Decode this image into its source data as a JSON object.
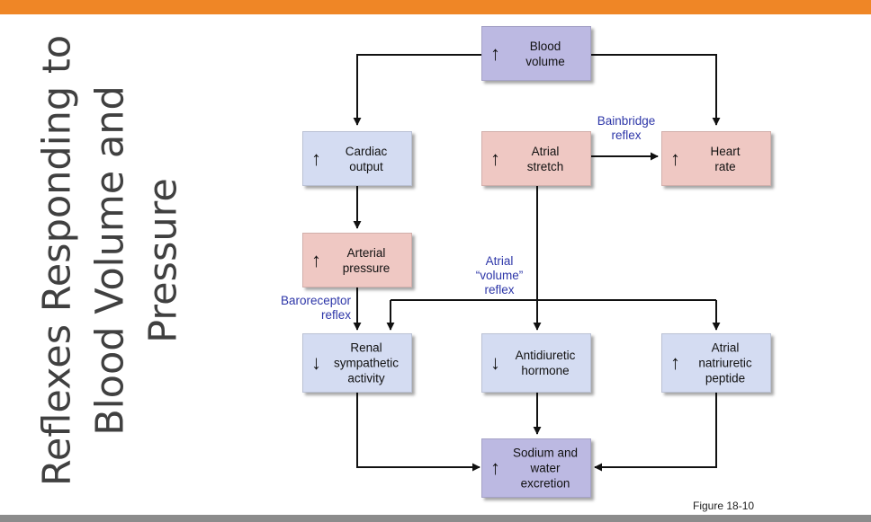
{
  "slide": {
    "title": "Reflexes Responding to\nBlood Volume and\nPressure",
    "figure_label": "Figure 18-10"
  },
  "colors": {
    "top_bar": "#ef8626",
    "bottom_bar": "#8c8c8c",
    "box_purple": "#bcb9e2",
    "box_blue": "#d4dcf2",
    "box_pink": "#efc8c3",
    "annotation": "#2d36a8"
  },
  "nodes": {
    "blood_volume": {
      "arrow": "↑",
      "label": "Blood\nvolume"
    },
    "cardiac_output": {
      "arrow": "↑",
      "label": "Cardiac\noutput"
    },
    "atrial_stretch": {
      "arrow": "↑",
      "label": "Atrial\nstretch"
    },
    "heart_rate": {
      "arrow": "↑",
      "label": "Heart\nrate"
    },
    "arterial_pressure": {
      "arrow": "↑",
      "label": "Arterial\npressure"
    },
    "renal_sympathetic": {
      "arrow": "↓",
      "label": "Renal\nsympathetic\nactivity"
    },
    "antidiuretic_hormone": {
      "arrow": "↓",
      "label": "Antidiuretic\nhormone"
    },
    "atrial_natriuretic": {
      "arrow": "↑",
      "label": "Atrial\nnatriuretic\npeptide"
    },
    "sodium_water": {
      "arrow": "↑",
      "label": "Sodium and\nwater\nexcretion"
    }
  },
  "annotations": {
    "bainbridge": "Bainbridge\nreflex",
    "atrial_volume": "Atrial\n“volume”\nreflex",
    "baroreceptor": "Baroreceptor\nreflex"
  }
}
